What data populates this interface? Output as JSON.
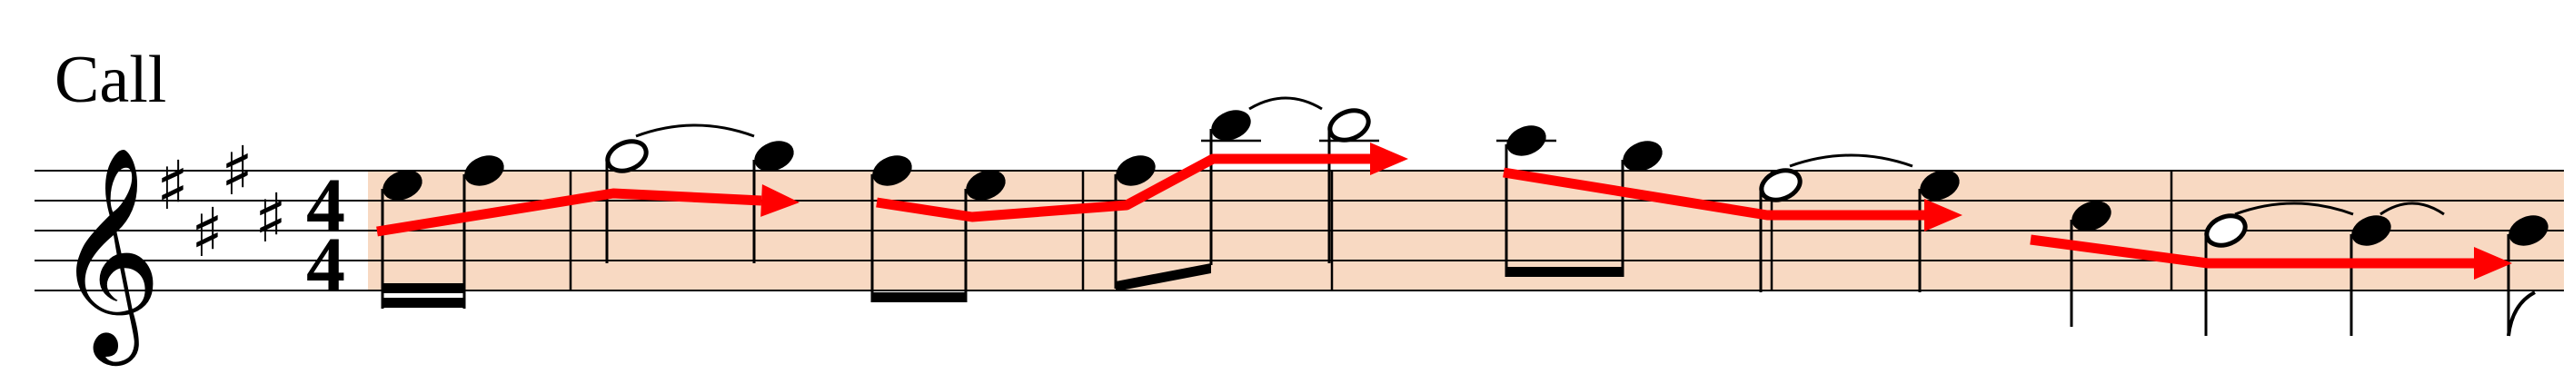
{
  "title": "Call",
  "highlight_color": "#F8D9C2",
  "arrow_color": "#FF0000",
  "key_signature": {
    "sharps": 4,
    "symbol": "♯"
  },
  "time_signature": {
    "numerator": "4",
    "denominator": "4"
  },
  "clef": {
    "symbol": "𝄞",
    "name": "treble"
  }
}
